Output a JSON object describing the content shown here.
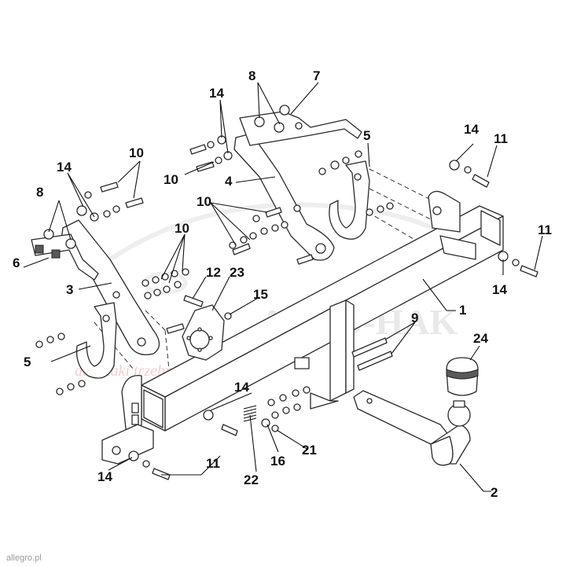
{
  "callouts": [
    {
      "id": "c1",
      "label": "1"
    },
    {
      "id": "c2",
      "label": "2"
    },
    {
      "id": "c3",
      "label": "3"
    },
    {
      "id": "c4",
      "label": "4"
    },
    {
      "id": "c5a",
      "label": "5"
    },
    {
      "id": "c5b",
      "label": "5"
    },
    {
      "id": "c6",
      "label": "6"
    },
    {
      "id": "c7",
      "label": "7"
    },
    {
      "id": "c8a",
      "label": "8"
    },
    {
      "id": "c8b",
      "label": "8"
    },
    {
      "id": "c9",
      "label": "9"
    },
    {
      "id": "c10a",
      "label": "10"
    },
    {
      "id": "c10b",
      "label": "10"
    },
    {
      "id": "c10c",
      "label": "10"
    },
    {
      "id": "c10d",
      "label": "10"
    },
    {
      "id": "c11a",
      "label": "11"
    },
    {
      "id": "c11b",
      "label": "11"
    },
    {
      "id": "c11c",
      "label": "11"
    },
    {
      "id": "c12",
      "label": "12"
    },
    {
      "id": "c14a",
      "label": "14"
    },
    {
      "id": "c14b",
      "label": "14"
    },
    {
      "id": "c14c",
      "label": "14"
    },
    {
      "id": "c14d",
      "label": "14"
    },
    {
      "id": "c14e",
      "label": "14"
    },
    {
      "id": "c14f",
      "label": "14"
    },
    {
      "id": "c15",
      "label": "15"
    },
    {
      "id": "c16",
      "label": "16"
    },
    {
      "id": "c21",
      "label": "21"
    },
    {
      "id": "c22",
      "label": "22"
    },
    {
      "id": "c23",
      "label": "23"
    },
    {
      "id": "c24",
      "label": "24"
    }
  ],
  "watermark": {
    "brand": "AUTO-HAK",
    "sub": "autohaki trzebnica"
  },
  "seller_tag": "allegro.pl"
}
